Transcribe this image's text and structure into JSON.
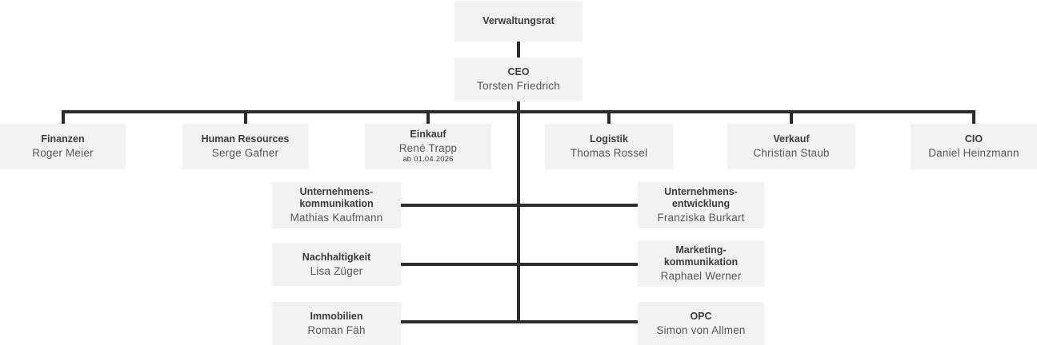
{
  "colors": {
    "background": "#ffffff",
    "box_fill": "#f2f2f2",
    "line": "#2e2c29",
    "title_text": "#3c3c3b",
    "name_text": "#575756"
  },
  "org": {
    "root": {
      "title": "Verwaltungsrat"
    },
    "ceo": {
      "title": "CEO",
      "name": "Torsten Friedrich"
    },
    "row1": [
      {
        "title": "Finanzen",
        "name": "Roger Meier"
      },
      {
        "title": "Human Resources",
        "name": "Serge Gafner"
      },
      {
        "title": "Einkauf",
        "name": "René Trapp",
        "note": "ab 01.04.2026"
      },
      {
        "title": "Logistik",
        "name": "Thomas Rossel"
      },
      {
        "title": "Verkauf",
        "name": "Christian Staub"
      },
      {
        "title": "CIO",
        "name": "Daniel Heinzmann"
      }
    ],
    "staff": {
      "left": [
        {
          "title": "Unternehmens-\nkommunikation",
          "name": "Mathias Kaufmann"
        },
        {
          "title": "Nachhaltigkeit",
          "name": "Lisa Züger"
        },
        {
          "title": "Immobilien",
          "name": "Roman Fäh"
        }
      ],
      "right": [
        {
          "title": "Unternehmens-\nentwicklung",
          "name": "Franziska Burkart"
        },
        {
          "title": "Marketing-\nkommunikation",
          "name": "Raphael Werner"
        },
        {
          "title": "OPC",
          "name": "Simon von Allmen"
        }
      ]
    }
  }
}
